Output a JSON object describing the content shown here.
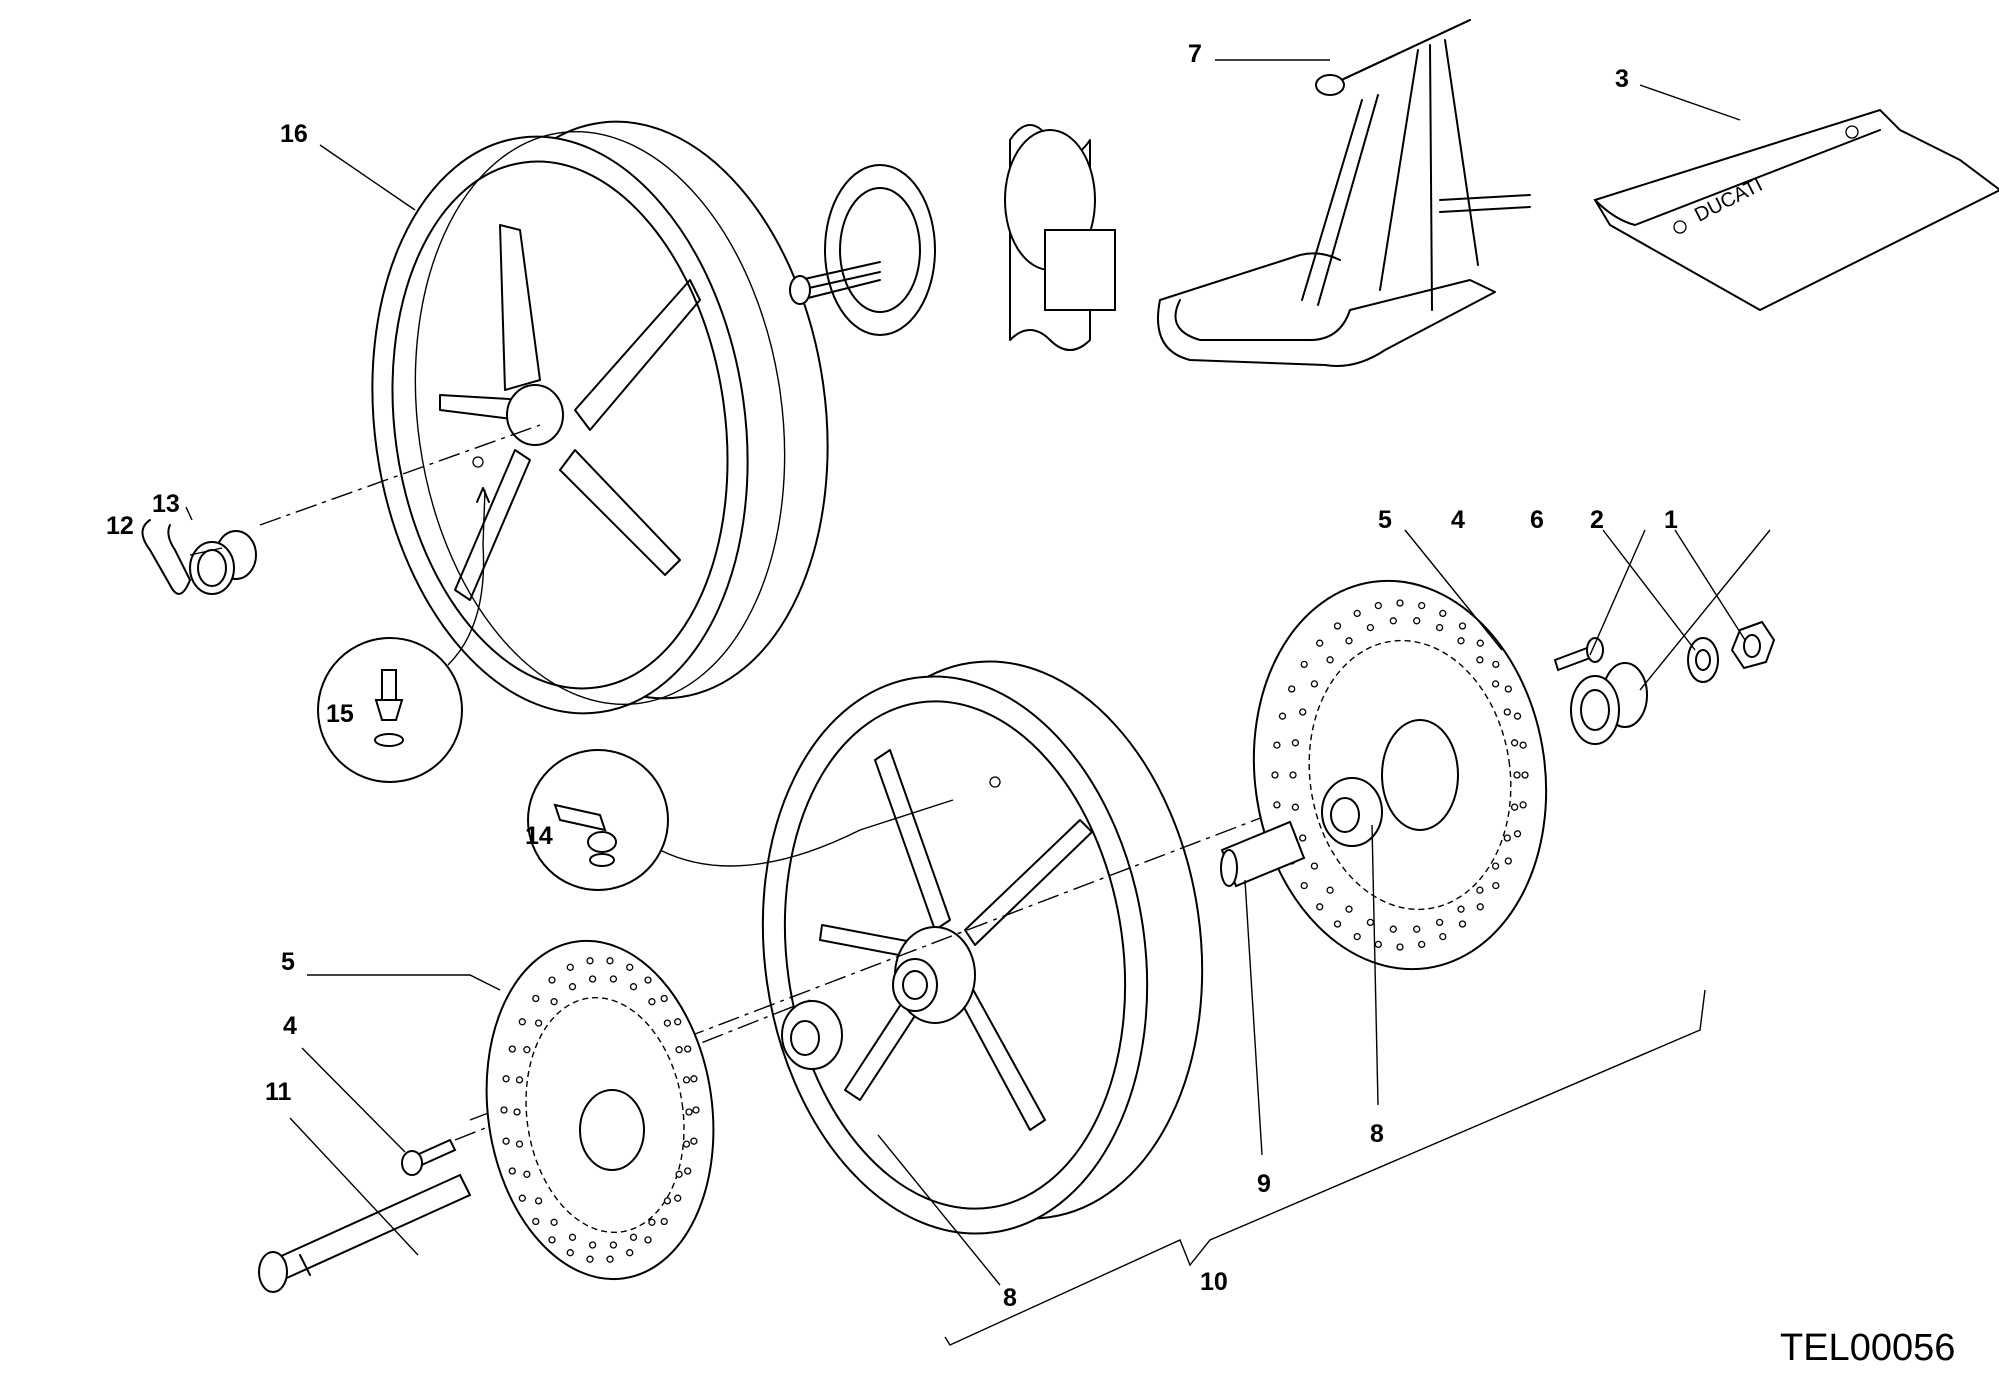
{
  "diagram": {
    "document_code": "TEL00056",
    "stand_brand": "DUCATI",
    "callouts": {
      "c1": "1",
      "c2": "2",
      "c3": "3",
      "c4a": "4",
      "c4b": "4",
      "c5a": "5",
      "c5b": "5",
      "c6": "6",
      "c7": "7",
      "c8a": "8",
      "c8b": "8",
      "c9": "9",
      "c10": "10",
      "c11": "11",
      "c12": "12",
      "c13": "13",
      "c14": "14",
      "c15": "15",
      "c16": "16"
    }
  }
}
